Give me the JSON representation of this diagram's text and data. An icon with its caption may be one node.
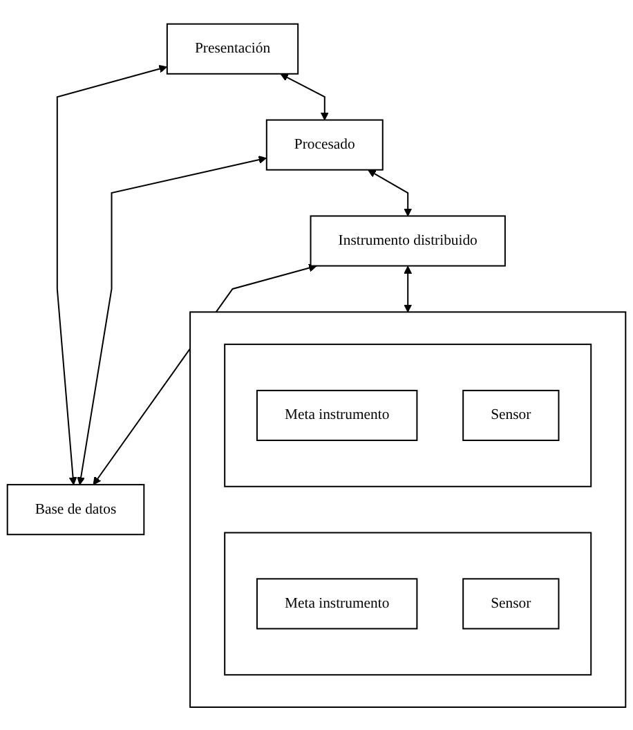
{
  "diagram": {
    "nodes": [
      {
        "text": [
          "Presentación"
        ]
      },
      {
        "text": [
          "Procesado"
        ]
      },
      {
        "text": [
          "Instrumento distribuido"
        ]
      },
      {
        "text": [
          "Base de datos"
        ]
      },
      {
        "text": [],
        "shape": "box"
      },
      {
        "text": [],
        "shape": "box",
        "in": 4
      },
      {
        "text": [
          "Meta instrumento"
        ],
        "in": 5
      },
      {
        "text": [
          "Sensor"
        ],
        "in": 5
      },
      {
        "text": [],
        "shape": "box",
        "in": 4
      },
      {
        "text": [
          "Meta instrumento"
        ],
        "in": 8
      },
      {
        "text": [
          "Sensor"
        ],
        "in": 8
      }
    ],
    "edges": [
      {
        "from": 0,
        "to": 3,
        "arrow": "both"
      },
      {
        "from": 0,
        "to": 1,
        "arrow": "both"
      },
      {
        "from": 1,
        "to": 3,
        "arrow": "both"
      },
      {
        "from": 1,
        "to": 2,
        "arrow": "both"
      },
      {
        "from": 2,
        "to": 3,
        "arrow": "both"
      },
      {
        "from": 2,
        "to": 4,
        "arrow": "both"
      }
    ]
  }
}
